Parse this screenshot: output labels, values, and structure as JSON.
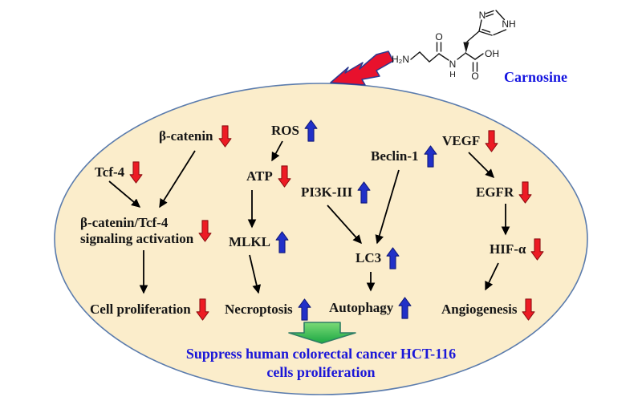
{
  "molecule": {
    "name": "Carnosine",
    "name_color": "#1414e0",
    "atoms": {
      "amine": "H₂N",
      "carbonyl_o": "O",
      "amide_n": "N",
      "amide_h": "H",
      "ring_n": "N",
      "ring_nh": "NH",
      "hydroxyl": "OH",
      "acid_o": "O"
    }
  },
  "cell": {
    "fill": "#fbedcb",
    "border": "#5b7cad"
  },
  "stimulus": {
    "shape": "lightning-bolt",
    "fill": "#e8112d",
    "outline": "#2b3990"
  },
  "trend_colors": {
    "up": "#2130c8",
    "up_outline": "#10197a",
    "down": "#ed1b24",
    "down_outline": "#8e0e12"
  },
  "nodes": [
    {
      "id": "tcf4",
      "label": "Tcf-4",
      "direction": "down"
    },
    {
      "id": "beta_catenin",
      "label": "β-catenin",
      "direction": "down"
    },
    {
      "id": "ros",
      "label": "ROS",
      "direction": "up"
    },
    {
      "id": "atp",
      "label": "ATP",
      "direction": "down"
    },
    {
      "id": "beclin1",
      "label": "Beclin-1",
      "direction": "up"
    },
    {
      "id": "vegf",
      "label": "VEGF",
      "direction": "down"
    },
    {
      "id": "pi3k_iii",
      "label": "PI3K-III",
      "direction": "up"
    },
    {
      "id": "egfr",
      "label": "EGFR",
      "direction": "down"
    },
    {
      "id": "signaling",
      "label_line1": "β-catenin/Tcf-4",
      "label_line2": "signaling activation",
      "direction": "down"
    },
    {
      "id": "mlkl",
      "label": "MLKL",
      "direction": "up"
    },
    {
      "id": "lc3",
      "label": "LC3",
      "direction": "up"
    },
    {
      "id": "hif_alpha",
      "label": "HIF-α",
      "direction": "down"
    },
    {
      "id": "cell_proliferation",
      "label": "Cell proliferation",
      "direction": "down"
    },
    {
      "id": "necroptosis",
      "label": "Necroptosis",
      "direction": "up"
    },
    {
      "id": "autophagy",
      "label": "Autophagy",
      "direction": "up"
    },
    {
      "id": "angiogenesis",
      "label": "Angiogenesis",
      "direction": "down"
    }
  ],
  "edges": [
    {
      "from": "beta_catenin",
      "to": "signaling"
    },
    {
      "from": "tcf4",
      "to": "signaling"
    },
    {
      "from": "ros",
      "to": "atp"
    },
    {
      "from": "atp",
      "to": "mlkl"
    },
    {
      "from": "pi3k_iii",
      "to": "lc3"
    },
    {
      "from": "beclin1",
      "to": "lc3"
    },
    {
      "from": "vegf",
      "to": "egfr"
    },
    {
      "from": "egfr",
      "to": "hif_alpha"
    },
    {
      "from": "hif_alpha",
      "to": "angiogenesis"
    },
    {
      "from": "signaling",
      "to": "cell_proliferation"
    },
    {
      "from": "mlkl",
      "to": "necroptosis"
    },
    {
      "from": "lc3",
      "to": "autophagy"
    }
  ],
  "outcome": {
    "line1": "Suppress human colorectal cancer HCT-116",
    "line2": "cells proliferation",
    "color": "#1b17d8",
    "arrow_fill": "#2fbf4f",
    "arrow_fill_light": "#7ada76",
    "arrow_outline": "#2e7d64"
  }
}
